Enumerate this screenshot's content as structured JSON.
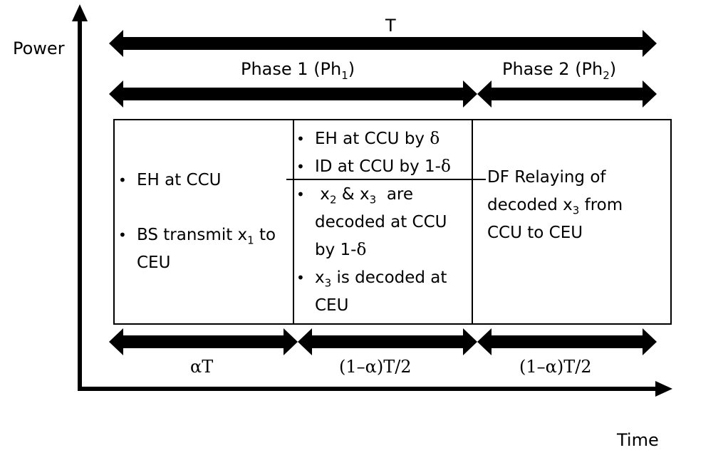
{
  "axes": {
    "y_label": "Power",
    "x_label": "Time"
  },
  "period_label": "T",
  "phases": [
    {
      "label_main": "Phase 1 (Ph",
      "label_sub": "1",
      "label_end": ")"
    },
    {
      "label_main": "Phase 2 (Ph",
      "label_sub": "2",
      "label_end": ")"
    }
  ],
  "cells": {
    "c1": {
      "b1": "EH at CCU",
      "b2_pre": "BS transmit x",
      "b2_sub": "1",
      "b2_post": " to",
      "b2_line2": "CEU"
    },
    "c2": {
      "b1_pre": "EH at CCU by ",
      "b1_sym": "δ",
      "b2_pre": "ID at CCU by 1-",
      "b2_sym": "δ",
      "b3_x": " x",
      "b3_sub1": "2",
      "b3_mid": " & x",
      "b3_sub2": "3",
      "b3_post": "  are",
      "b3_line2": "decoded at CCU",
      "b3_line3_pre": "by 1-",
      "b3_line3_sym": "δ",
      "b4_pre": "x",
      "b4_sub": "3",
      "b4_post": " is decoded at",
      "b4_line2": "CEU"
    },
    "c3": {
      "line1": "DF Relaying of",
      "line2_pre": "decoded x",
      "line2_sub": "3",
      "line2_post": " from",
      "line3": "CCU to CEU"
    }
  },
  "durations": [
    "αT",
    "(1–α)T/2",
    "(1–α)T/2"
  ],
  "bullet_char": "•"
}
